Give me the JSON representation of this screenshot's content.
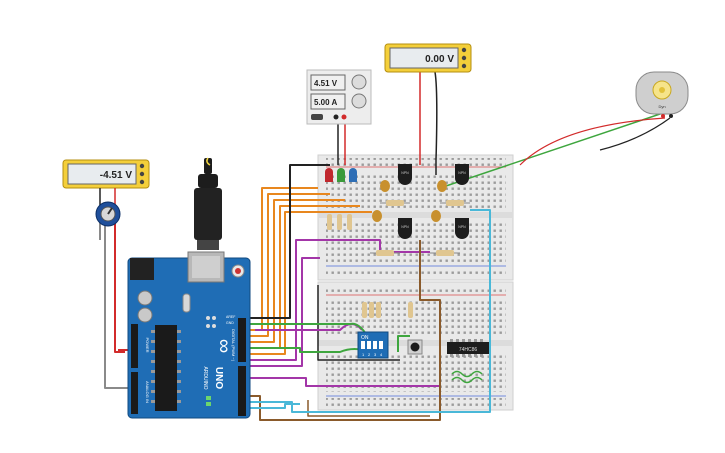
{
  "meters": {
    "left_voltage": "-4.51 V",
    "top_voltage": "0.00 V"
  },
  "power_supply": {
    "voltage": "4.51 V",
    "current": "5.00 A"
  },
  "arduino": {
    "logo": "∞",
    "model": "UNO",
    "brand": "ARDUINO",
    "digital_label": "DIGITAL (PWM ~)",
    "power_label": "POWER",
    "analog_label": "ANALOG IN",
    "aref": "AREF",
    "gnd": "GND"
  },
  "chip": {
    "label": "74HC86"
  },
  "dip_switch": {
    "on_label": "ON",
    "positions": [
      "1",
      "2",
      "3",
      "4"
    ]
  },
  "motor": {
    "label": "Dyn"
  },
  "transistors": {
    "label": "NPN"
  },
  "colors": {
    "meter_yellow": "#f4cf3a",
    "arduino_blue": "#1f6db5",
    "wire_orange": "#e8871e",
    "wire_purple": "#a336a8",
    "wire_green": "#3ea63e",
    "wire_red": "#d22b2b",
    "wire_brown": "#8a5a2b",
    "wire_cyan": "#4ab8d8",
    "wire_gray": "#8a8a8a"
  }
}
